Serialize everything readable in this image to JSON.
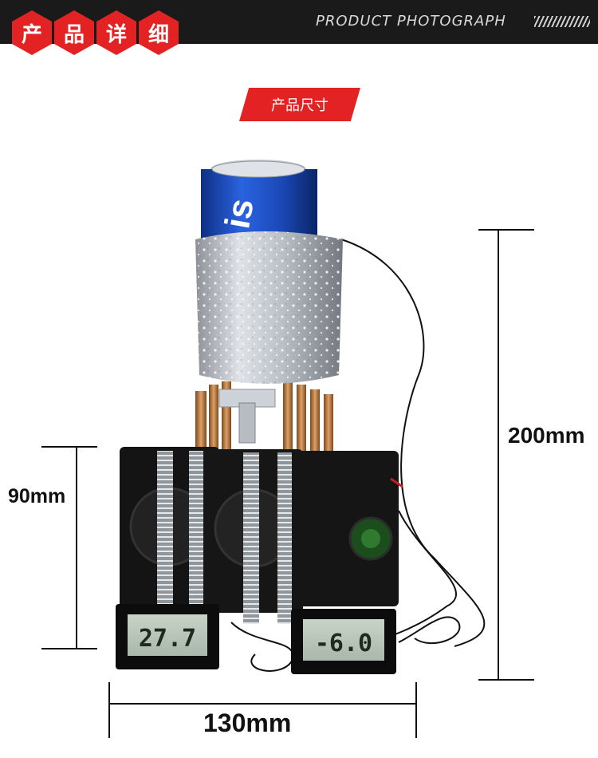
{
  "header": {
    "chars": [
      "产",
      "品",
      "详",
      "细"
    ],
    "title_en": "PRODUCT PHOTOGRAPH"
  },
  "section": {
    "label": "产品尺寸"
  },
  "dimensions": {
    "height_total": "200mm",
    "height_base": "90mm",
    "width": "130mm"
  },
  "can": {
    "brand_text": "is"
  },
  "thermometers": {
    "left_reading": "27.7",
    "right_reading": "-6.0"
  },
  "colors": {
    "accent": "#e32323",
    "header_bg": "#1a1a1a",
    "can_blue": "#1f4fc4"
  }
}
